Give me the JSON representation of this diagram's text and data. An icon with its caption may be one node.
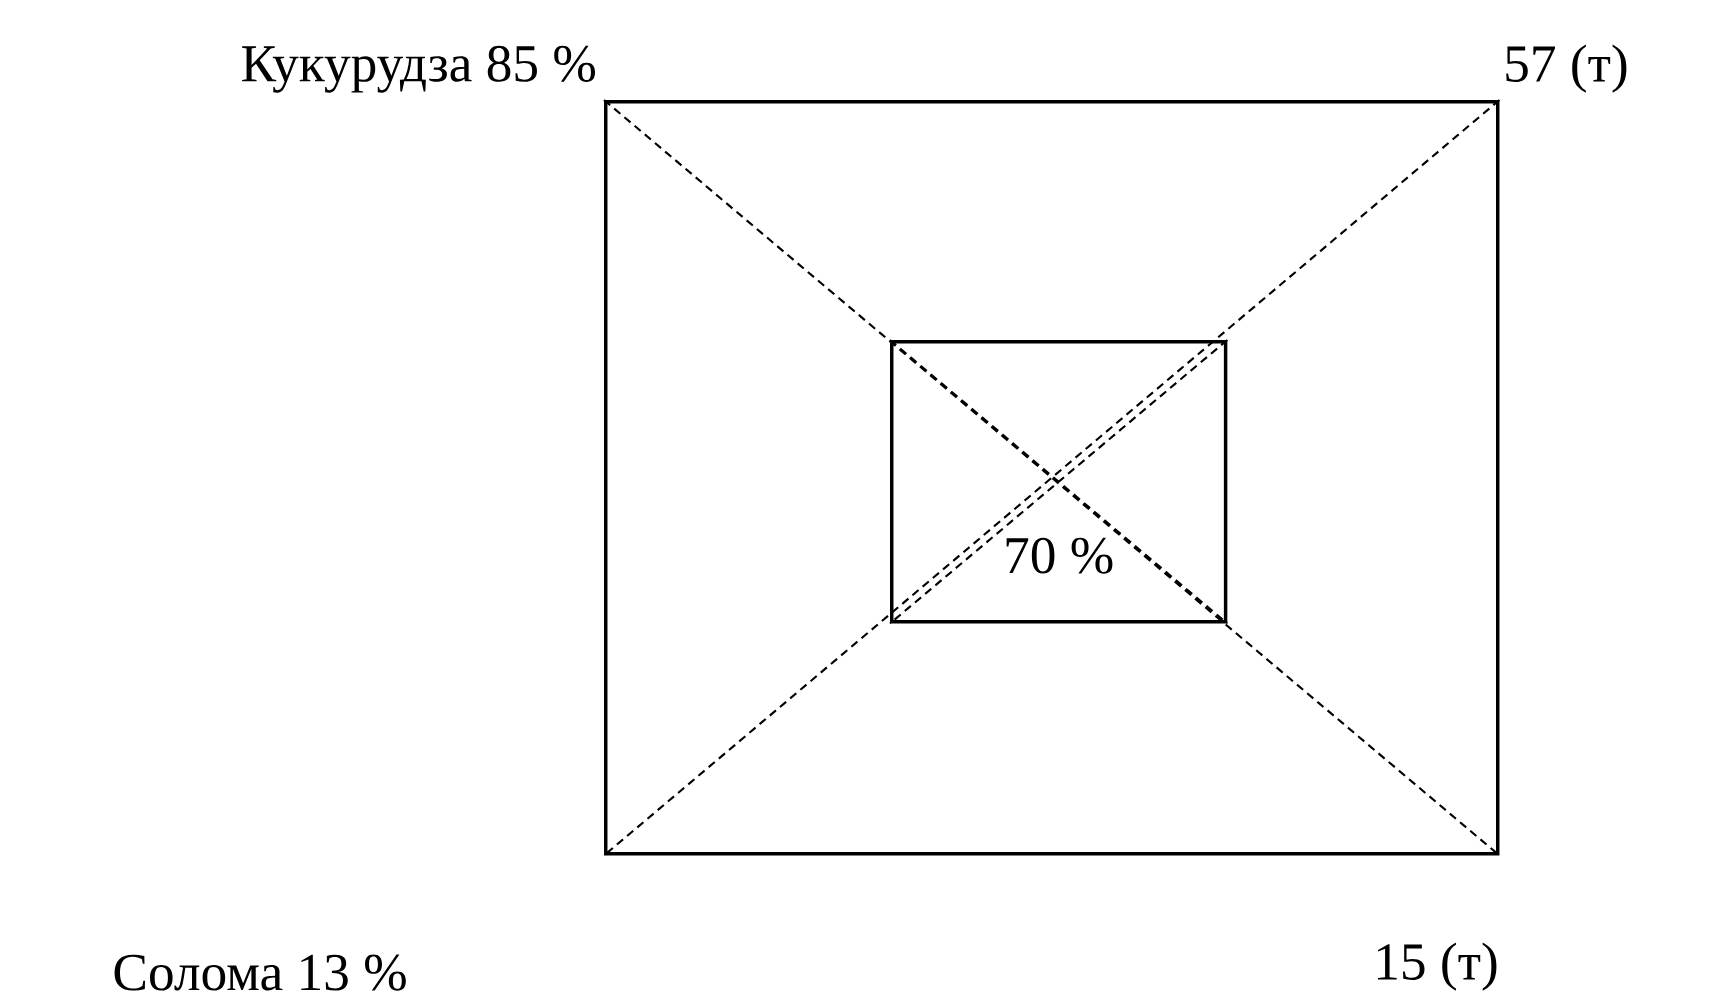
{
  "diagram": {
    "nodes": [
      {
        "text": [
          "Кукурудза 85 %"
        ]
      },
      {
        "text": [
          "57 (т)"
        ]
      },
      {
        "text": [],
        "shape": "box"
      },
      {
        "text": [
          "70 %"
        ],
        "in": 2
      },
      {
        "text": [
          "Солома 13 %"
        ]
      },
      {
        "text": [
          "15 (т)"
        ]
      }
    ]
  }
}
